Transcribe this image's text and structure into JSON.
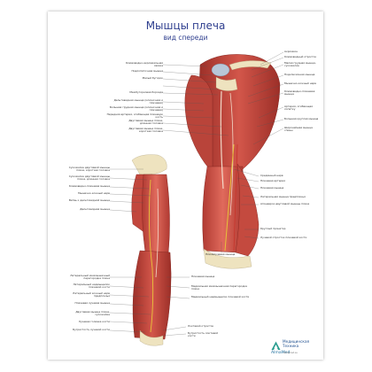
{
  "poster": {
    "title": "Мышцы плеча",
    "subtitle": "вид спереди"
  },
  "labels_upper_left": [
    "Клювовидно-акромиальная связка",
    "Подлопаточная мышца",
    "Малый бугорок",
    "Межбугорковая борозда",
    "Дельтовидная мышца (ключичная и плечевая)",
    "Большая грудная мышца (ключичная и плечевая)",
    "Передняя артерия, огибающая плечевую кость",
    "Двуглавая мышца плеча, длинная головка",
    "Двуглавая мышца плеча, короткая головка"
  ],
  "labels_upper_right": [
    "Акромион",
    "Клювовидный отросток",
    "Малая грудная мышца, сухожилие",
    "Подключичная мышца",
    "Мышечно-кожный нерв",
    "Клювовидно-плечевая мышца",
    "Артерия, огибающая лопатку",
    "Большая круглая мышца",
    "Широчайшая мышца спины"
  ],
  "labels_lower_right": [
    "Срединный нерв",
    "Плечевая артерия",
    "Плечевая мышца",
    "Латеральная мышца предплечья",
    "Апоневроз двуглавой мышцы плеча",
    "Круглый пронатор",
    "Лучевой отросток плечевой кости"
  ],
  "labels_lower_left": [
    "Сухожилие двуглавой мышцы плеча, короткая головка",
    "Сухожилие двуглавой мышцы плеча, длинная головка",
    "Клювовидно-плечевая мышца",
    "Мышечно-кожный нерв",
    "Ветвь к дельтовидной мышце",
    "Дельтовидная мышца"
  ],
  "labels_bottom_left": [
    "Латеральный межмышечный перегородка плеча",
    "Латеральный надмыщелок плечевой кости",
    "Латеральный кожный нерв предплечья",
    "Плечевая лучевая мышца",
    "Двуглавая мышца плеча, сухожилие",
    "Лучевая головка кости",
    "Бугристость лучевой кости"
  ],
  "labels_bottom_right": [
    "Плечевая мышца",
    "Медиальная межмышечная перегородка плеча",
    "Медиальный надмыщелок плечевой кости",
    "Локтевой отросток",
    "Бугристость локтевой кости"
  ],
  "label_misc": {
    "pectoralis_minor": "Плечелучевая мышца"
  },
  "logo": {
    "line1": "Медицинская",
    "line2": "Техника",
    "brand": "AlmaMed",
    "site": "almamed.su"
  },
  "colors": {
    "title": "#2f3f8f",
    "muscle": "#c0443b",
    "muscle_dark": "#8e2a25",
    "bone": "#efe6c4",
    "nerve": "#e8c33a",
    "artery": "#c7352c"
  }
}
